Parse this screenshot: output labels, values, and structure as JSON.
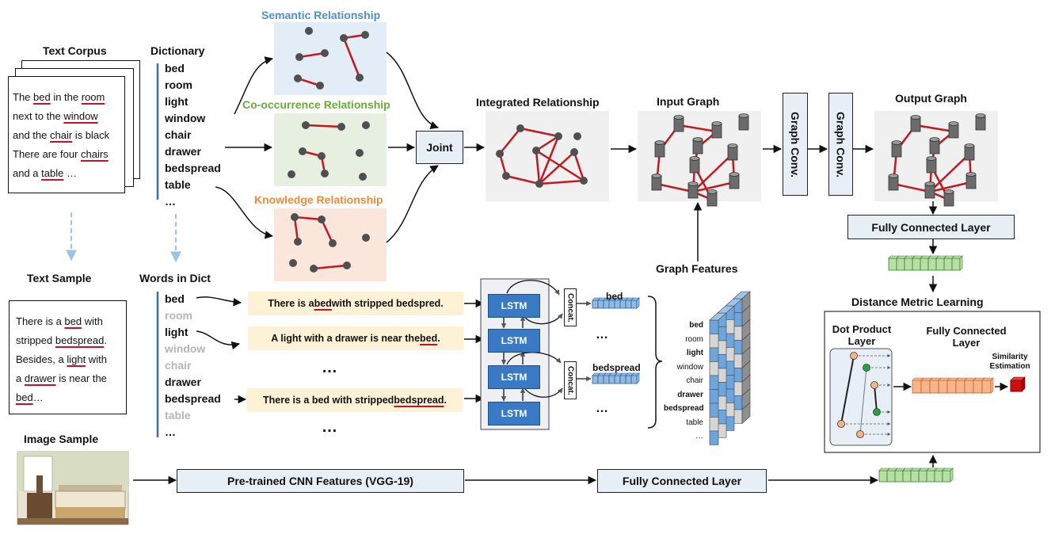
{
  "text_corpus": {
    "title": "Text Corpus",
    "lines": [
      {
        "pre": "The ",
        "u": "bed",
        "mid": " in the ",
        "u2": "room",
        "post": ""
      },
      {
        "pre": "next to the ",
        "u": "window",
        "mid": "",
        "u2": "",
        "post": ""
      },
      {
        "pre": "and the ",
        "u": "chair",
        "mid": " is black",
        "u2": "",
        "post": ""
      },
      {
        "pre": "There are four ",
        "u": "chairs",
        "mid": "",
        "u2": "",
        "post": ""
      },
      {
        "pre": "and a ",
        "u": "table",
        "mid": " …",
        "u2": "",
        "post": ""
      }
    ]
  },
  "dictionary": {
    "title": "Dictionary",
    "words": [
      "bed",
      "room",
      "light",
      "window",
      "chair",
      "drawer",
      "bedspread",
      "table",
      "…"
    ]
  },
  "relationships": {
    "semantic": "Semantic Relationship",
    "cooccurrence": "Co-occurrence Relationship",
    "knowledge": "Knowledge Relationship",
    "colors": {
      "semantic": "#4a8fd4",
      "cooccurrence": "#6aaa3a",
      "knowledge": "#ee8a3c"
    }
  },
  "joint_label": "Joint",
  "integrated_label": "Integrated Relationship",
  "input_graph_label": "Input Graph",
  "graph_conv_label": "Graph Conv.",
  "output_graph_label": "Output Graph",
  "fc_top_label": "Fully Connected Layer",
  "graph_features_label": "Graph Features",
  "graph_features_words": [
    {
      "w": "bed",
      "bold": true
    },
    {
      "w": "room",
      "bold": false
    },
    {
      "w": "light",
      "bold": true
    },
    {
      "w": "window",
      "bold": false
    },
    {
      "w": "chair",
      "bold": false
    },
    {
      "w": "drawer",
      "bold": true
    },
    {
      "w": "bedspread",
      "bold": true
    },
    {
      "w": "table",
      "bold": false
    },
    {
      "w": "…",
      "bold": false
    }
  ],
  "text_sample": {
    "title": "Text Sample",
    "lines": [
      {
        "pre": "There is a ",
        "u": "bed",
        "post": " with"
      },
      {
        "pre": "stripped ",
        "u": "bedspread",
        "post": "."
      },
      {
        "pre": "Besides, a ",
        "u": "light",
        "post": " with"
      },
      {
        "pre": "a ",
        "u": "drawer",
        "post": "  is near the"
      },
      {
        "pre": "",
        "u": "bed",
        "post": "…"
      }
    ]
  },
  "words_in_dict": {
    "title": "Words in Dict",
    "words": [
      {
        "w": "bed",
        "present": true
      },
      {
        "w": "room",
        "present": false
      },
      {
        "w": "light",
        "present": true
      },
      {
        "w": "window",
        "present": false
      },
      {
        "w": "chair",
        "present": false
      },
      {
        "w": "drawer",
        "present": true
      },
      {
        "w": "bedspread",
        "present": true
      },
      {
        "w": "table",
        "present": false
      },
      {
        "w": "…",
        "present": true
      }
    ]
  },
  "sentences": [
    {
      "pre": "There is a ",
      "u": "bed",
      "post": " with stripped bedspred."
    },
    {
      "pre": "A light with a drawer is near the ",
      "u": "bed",
      "post": "."
    },
    {
      "pre": "There is a bed with stripped ",
      "u": "bedspread",
      "post": "."
    }
  ],
  "ellipsis": "…",
  "lstm_label": "LSTM",
  "concat_label": "Concat.",
  "feature_labels": [
    "bed",
    "bedspread"
  ],
  "dml": {
    "title": "Distance Metric Learning",
    "dot_product": "Dot Product Layer",
    "fc": "Fully Connected Layer",
    "similarity": "Similarity Estimation"
  },
  "image_sample_label": "Image Sample",
  "cnn_label": "Pre-trained CNN Features (VGG-19)",
  "fc_bottom_label": "Fully Connected Layer"
}
